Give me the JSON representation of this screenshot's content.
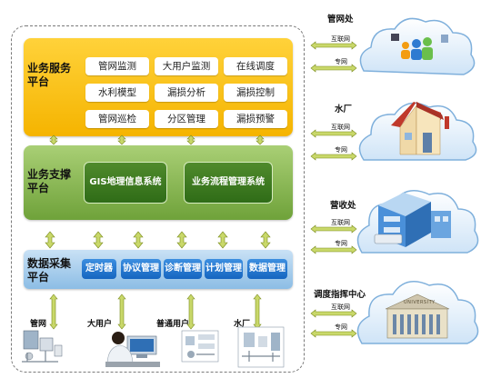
{
  "business_services": {
    "label": "业务服务平台",
    "items": [
      "管网监测",
      "大用户监测",
      "在线调度",
      "水利模型",
      "漏损分析",
      "漏损控制",
      "管网巡检",
      "分区管理",
      "漏损预警"
    ]
  },
  "business_support": {
    "label": "业务支撑平台",
    "systems": [
      "GIS地理信息系统",
      "业务流程管理系统"
    ]
  },
  "data_collection": {
    "label": "数据采集平台",
    "modules": [
      "定时器",
      "协议管理",
      "诊断管理",
      "计划管理",
      "数据管理"
    ]
  },
  "field_sites": [
    "管网",
    "大用户",
    "普通用户",
    "水厂"
  ],
  "remote_sites": [
    {
      "name": "管网处",
      "internet": "互联网",
      "dedicated": "专网"
    },
    {
      "name": "水厂",
      "internet": "互联网",
      "dedicated": "专网"
    },
    {
      "name": "营收处",
      "internet": "互联网",
      "dedicated": "专网"
    },
    {
      "name": "调度指挥中心",
      "internet": "互联网",
      "dedicated": "专网"
    }
  ],
  "university_sign": "UNIVERSITY",
  "colors": {
    "service": "#f5b400",
    "support": "#6fa23a",
    "collection": "#1565c0",
    "arrow": "#8a9a1e"
  }
}
